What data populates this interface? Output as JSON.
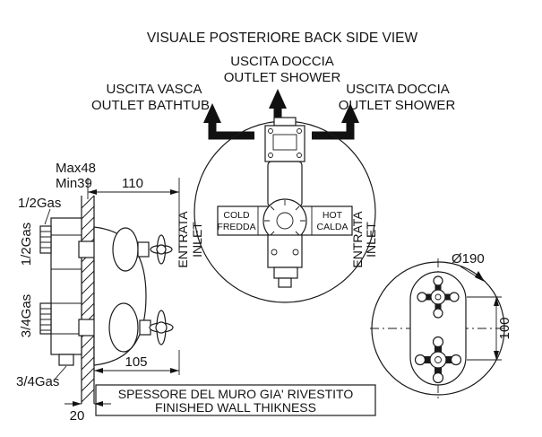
{
  "title": "VISUALE POSTERIORE  BACK SIDE VIEW",
  "outlets": {
    "top": {
      "line1": "USCITA DOCCIA",
      "line2": "OUTLET SHOWER"
    },
    "left": {
      "line1": "USCITA VASCA",
      "line2": "OUTLET BATHTUB"
    },
    "right": {
      "line1": "USCITA DOCCIA",
      "line2": "OUTLET SHOWER"
    }
  },
  "inlets": {
    "left": {
      "line1": "ENTRATA",
      "line2": "INLET"
    },
    "right": {
      "line1": "ENTRATA",
      "line2": "INLET"
    }
  },
  "valve_markings": {
    "cold": {
      "line1": "COLD",
      "line2": "FREDDA"
    },
    "hot": {
      "line1": "HOT",
      "line2": "CALDA"
    }
  },
  "dims": {
    "max_depth": "Max48",
    "min_depth": "Min39",
    "width_top": "110",
    "width_bottom": "105",
    "wall_thickness": "20",
    "diameter": "Ø190",
    "handle_distance": "100",
    "port_top": "1/2Gas",
    "port_upper_side": "1/2Gas",
    "port_lower_side": "3/4Gas",
    "port_bottom": "3/4Gas"
  },
  "note": {
    "line1": "SPESSORE DEL MURO GIA' RIVESTITO",
    "line2": "FINISHED WALL THIKNESS"
  },
  "colors": {
    "ink": "#1a1a1a",
    "background": "#ffffff"
  }
}
